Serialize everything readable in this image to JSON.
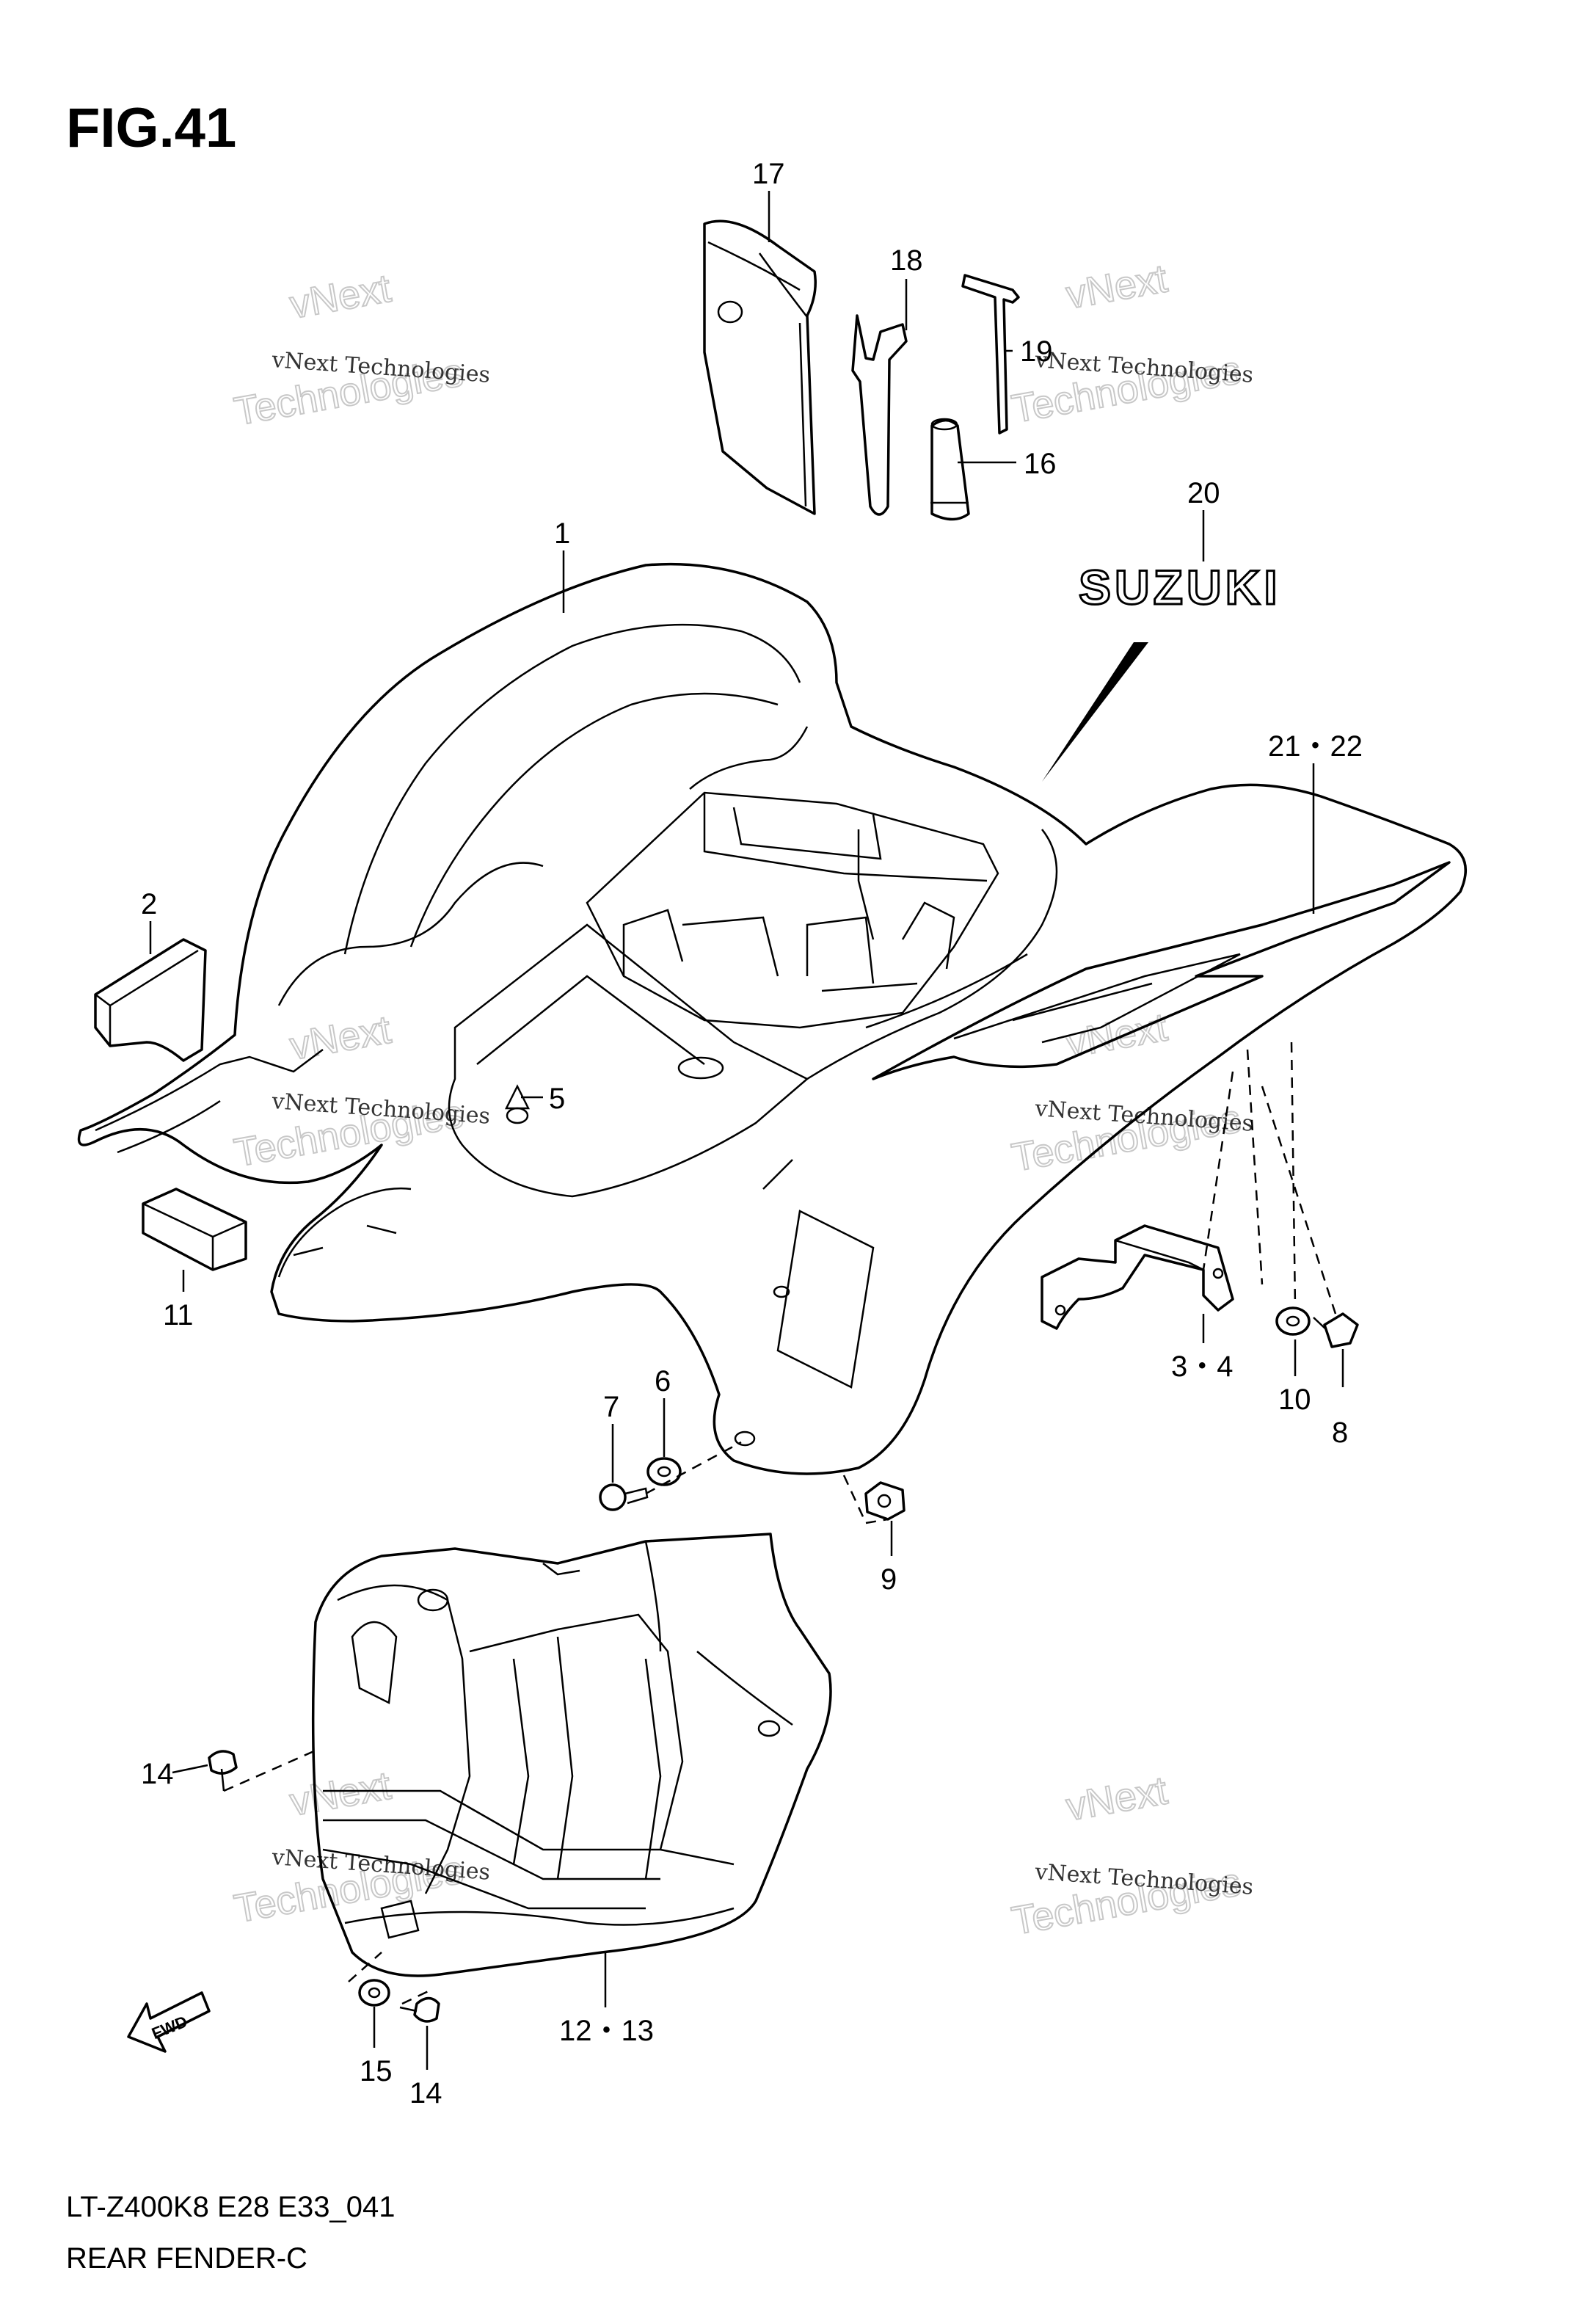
{
  "figure": {
    "title": "FIG.41"
  },
  "footer": {
    "model_code": "LT-Z400K8 E28 E33_041",
    "section_name": "REAR FENDER-C"
  },
  "callouts": {
    "c1": "1",
    "c2": "2",
    "c3_4": "3・4",
    "c5": "5",
    "c6": "6",
    "c7": "7",
    "c8": "8",
    "c9": "9",
    "c10": "10",
    "c11": "11",
    "c12_13": "12・13",
    "c14a": "14",
    "c14b": "14",
    "c15": "15",
    "c16": "16",
    "c17": "17",
    "c18": "18",
    "c19": "19",
    "c20": "20",
    "c21_22": "21・22"
  },
  "emblem": {
    "brand": "SUZUKI"
  },
  "fwd_arrow": {
    "label": "FWD"
  },
  "watermarks": [
    {
      "line1": "vNext Technologies",
      "line2": "vNext",
      "line3": "Technologies"
    },
    {
      "line1": "vNext Technologies",
      "line2": "vNext",
      "line3": "Technologies"
    },
    {
      "line1": "vNext Technologies",
      "line2": "vNext",
      "line3": "Technologies"
    },
    {
      "line1": "vNext Technologies",
      "line2": "vNext",
      "line3": "Technologies"
    },
    {
      "line1": "vNext Technologies",
      "line2": "vNext",
      "line3": "Technologies"
    },
    {
      "line1": "vNext Technologies",
      "line2": "vNext",
      "line3": "Technologies"
    }
  ]
}
